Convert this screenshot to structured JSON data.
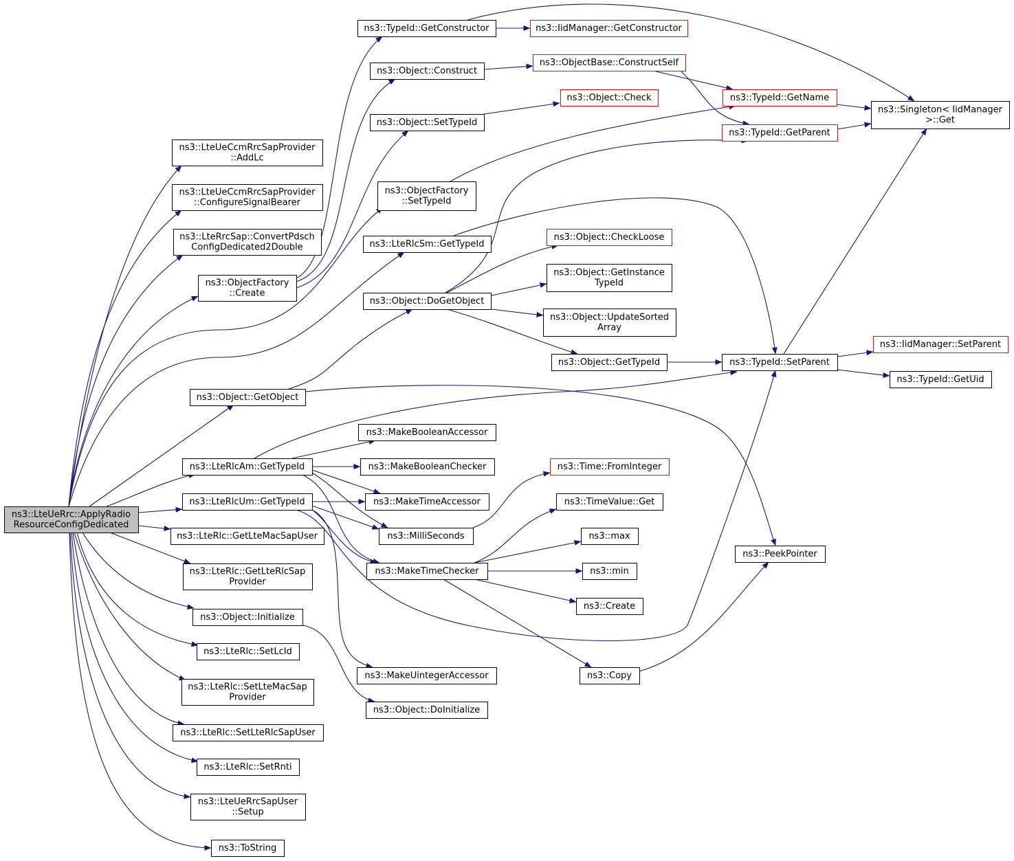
{
  "colors": {
    "edge": "#191970",
    "root_fill": "#bfbfbf",
    "truncated_border": "#ff0000"
  },
  "nodes": {
    "n0": {
      "lines": [
        "ns3::LteUeRrc::ApplyRadio",
        "ResourceConfigDedicated"
      ],
      "root": true
    },
    "n1": {
      "lines": [
        "ns3::LteUeCcmRrcSapProvider",
        "::AddLc"
      ]
    },
    "n2": {
      "lines": [
        "ns3::LteUeCcmRrcSapProvider",
        "::ConfigureSignalBearer"
      ]
    },
    "n3": {
      "lines": [
        "ns3::LteRrcSap::ConvertPdsch",
        "ConfigDedicated2Double"
      ]
    },
    "n4": {
      "lines": [
        "ns3::ObjectFactory",
        "::Create"
      ]
    },
    "n5": {
      "lines": [
        "ns3::Object::GetObject"
      ]
    },
    "n6": {
      "lines": [
        "ns3::LteRlcAm::GetTypeId"
      ]
    },
    "n7": {
      "lines": [
        "ns3::LteRlcUm::GetTypeId"
      ]
    },
    "n8": {
      "lines": [
        "ns3::LteRlc::GetLteMacSapUser"
      ]
    },
    "n9": {
      "lines": [
        "ns3::LteRlc::GetLteRlcSap",
        "Provider"
      ]
    },
    "n10": {
      "lines": [
        "ns3::Object::Initialize"
      ]
    },
    "n11": {
      "lines": [
        "ns3::LteRlc::SetLcId"
      ]
    },
    "n12": {
      "lines": [
        "ns3::LteRlc::SetLteMacSap",
        "Provider"
      ]
    },
    "n13": {
      "lines": [
        "ns3::LteRlc::SetLteRlcSapUser"
      ]
    },
    "n14": {
      "lines": [
        "ns3::LteRlc::SetRnti"
      ]
    },
    "n15": {
      "lines": [
        "ns3::LteUeRrcSapUser",
        "::Setup"
      ]
    },
    "n16": {
      "lines": [
        "ns3::ToString"
      ]
    },
    "n17": {
      "lines": [
        "ns3::TypeId::GetConstructor"
      ]
    },
    "n18": {
      "lines": [
        "ns3::Object::Construct"
      ]
    },
    "n19": {
      "lines": [
        "ns3::Object::SetTypeId"
      ]
    },
    "n20": {
      "lines": [
        "ns3::ObjectFactory",
        "::SetTypeId"
      ]
    },
    "n21": {
      "lines": [
        "ns3::LteRlcSm::GetTypeId"
      ]
    },
    "n22": {
      "lines": [
        "ns3::Object::DoGetObject"
      ]
    },
    "n23": {
      "lines": [
        "ns3::MakeBooleanAccessor"
      ]
    },
    "n24": {
      "lines": [
        "ns3::MakeBooleanChecker"
      ]
    },
    "n25": {
      "lines": [
        "ns3::MakeTimeAccessor"
      ]
    },
    "n26": {
      "lines": [
        "ns3::MilliSeconds"
      ]
    },
    "n27": {
      "lines": [
        "ns3::MakeTimeChecker"
      ]
    },
    "n28": {
      "lines": [
        "ns3::MakeUintegerAccessor"
      ]
    },
    "n29": {
      "lines": [
        "ns3::Object::DoInitialize"
      ]
    },
    "n30": {
      "lines": [
        "ns3::IidManager::GetConstructor"
      ],
      "truncated": true
    },
    "n31": {
      "lines": [
        "ns3::ObjectBase::ConstructSelf"
      ],
      "truncated": true
    },
    "n32": {
      "lines": [
        "ns3::Object::Check"
      ],
      "truncated": true
    },
    "n33": {
      "lines": [
        "ns3::Object::CheckLoose"
      ],
      "truncated": true
    },
    "n34": {
      "lines": [
        "ns3::Object::GetInstance",
        "TypeId"
      ]
    },
    "n35": {
      "lines": [
        "ns3::Object::UpdateSorted",
        "Array"
      ]
    },
    "n36": {
      "lines": [
        "ns3::Object::GetTypeId"
      ]
    },
    "n37": {
      "lines": [
        "ns3::Time::FromInteger"
      ],
      "truncated": true
    },
    "n38": {
      "lines": [
        "ns3::TimeValue::Get"
      ]
    },
    "n39": {
      "lines": [
        "ns3::max"
      ]
    },
    "n40": {
      "lines": [
        "ns3::min"
      ]
    },
    "n41": {
      "lines": [
        "ns3::Create"
      ]
    },
    "n42": {
      "lines": [
        "ns3::Copy"
      ]
    },
    "n43": {
      "lines": [
        "ns3::TypeId::GetName"
      ],
      "truncated": true
    },
    "n44": {
      "lines": [
        "ns3::TypeId::GetParent"
      ],
      "truncated": true
    },
    "n45": {
      "lines": [
        "ns3::TypeId::SetParent"
      ]
    },
    "n46": {
      "lines": [
        "ns3::PeekPointer"
      ]
    },
    "n47": {
      "lines": [
        "ns3::Singleton< IidManager",
        " >::Get"
      ]
    },
    "n48": {
      "lines": [
        "ns3::IidManager::SetParent"
      ],
      "truncated": true
    },
    "n49": {
      "lines": [
        "ns3::TypeId::GetUid"
      ]
    }
  },
  "edges": [
    [
      "n0",
      "n1"
    ],
    [
      "n0",
      "n2"
    ],
    [
      "n0",
      "n3"
    ],
    [
      "n0",
      "n4"
    ],
    [
      "n0",
      "n20"
    ],
    [
      "n0",
      "n21"
    ],
    [
      "n0",
      "n5"
    ],
    [
      "n0",
      "n6"
    ],
    [
      "n0",
      "n7"
    ],
    [
      "n0",
      "n8"
    ],
    [
      "n0",
      "n9"
    ],
    [
      "n0",
      "n10"
    ],
    [
      "n0",
      "n11"
    ],
    [
      "n0",
      "n12"
    ],
    [
      "n0",
      "n13"
    ],
    [
      "n0",
      "n14"
    ],
    [
      "n0",
      "n15"
    ],
    [
      "n0",
      "n16"
    ],
    [
      "n4",
      "n17"
    ],
    [
      "n4",
      "n18"
    ],
    [
      "n4",
      "n19"
    ],
    [
      "n17",
      "n30"
    ],
    [
      "n17",
      "n47"
    ],
    [
      "n18",
      "n31"
    ],
    [
      "n31",
      "n43"
    ],
    [
      "n31",
      "n44"
    ],
    [
      "n19",
      "n32"
    ],
    [
      "n20",
      "n43"
    ],
    [
      "n21",
      "n45"
    ],
    [
      "n5",
      "n22"
    ],
    [
      "n5",
      "n46"
    ],
    [
      "n22",
      "n33"
    ],
    [
      "n22",
      "n34"
    ],
    [
      "n22",
      "n35"
    ],
    [
      "n22",
      "n36"
    ],
    [
      "n22",
      "n44"
    ],
    [
      "n36",
      "n45"
    ],
    [
      "n43",
      "n47"
    ],
    [
      "n44",
      "n47"
    ],
    [
      "n45",
      "n47"
    ],
    [
      "n45",
      "n48"
    ],
    [
      "n45",
      "n49"
    ],
    [
      "n6",
      "n23"
    ],
    [
      "n6",
      "n24"
    ],
    [
      "n6",
      "n25"
    ],
    [
      "n6",
      "n26"
    ],
    [
      "n6",
      "n27"
    ],
    [
      "n6",
      "n45"
    ],
    [
      "n7",
      "n25"
    ],
    [
      "n7",
      "n26"
    ],
    [
      "n7",
      "n27"
    ],
    [
      "n7",
      "n28"
    ],
    [
      "n7",
      "n45"
    ],
    [
      "n26",
      "n37"
    ],
    [
      "n27",
      "n38"
    ],
    [
      "n27",
      "n39"
    ],
    [
      "n27",
      "n40"
    ],
    [
      "n27",
      "n41"
    ],
    [
      "n27",
      "n42"
    ],
    [
      "n42",
      "n46"
    ],
    [
      "n10",
      "n29"
    ]
  ]
}
